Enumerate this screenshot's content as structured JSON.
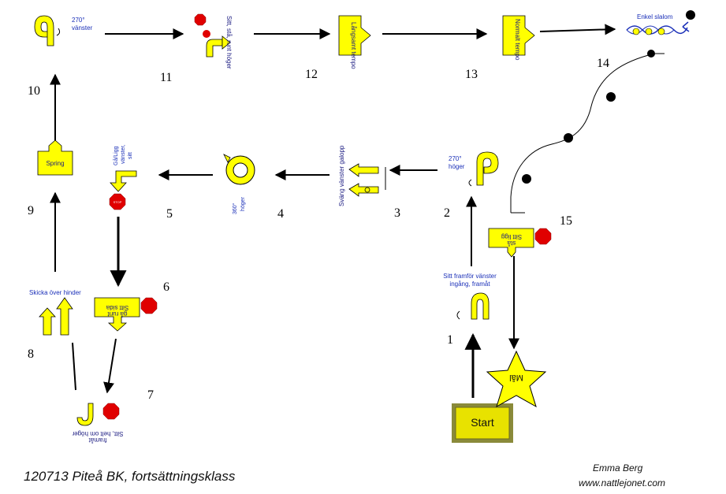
{
  "stations": {
    "s1": {
      "number": "1",
      "label_line1": "Sitt framför vänster",
      "label_line2": "ingång, framåt"
    },
    "s2": {
      "number": "2",
      "label_line1": "270°",
      "label_line2": "höger"
    },
    "s3": {
      "number": "3",
      "label": "Sväng vänster galopp"
    },
    "s4": {
      "number": "4",
      "label_line1": "360°",
      "label_line2": "höger"
    },
    "s5": {
      "number": "5",
      "label_line1": "Gå/Ligg",
      "label_line2": "vänster,",
      "label_line3": "sitt"
    },
    "s6": {
      "number": "6",
      "label_line1": "Sitt sida",
      "label_line2": "gå runt"
    },
    "s7": {
      "number": "7",
      "label_line1": "Sitt, helt om höger",
      "label_line2": "framåt"
    },
    "s8": {
      "number": "8",
      "label": "Skicka över hinder"
    },
    "s9": {
      "number": "9",
      "label": "Spring"
    },
    "s10": {
      "number": "10",
      "label_line1": "270°",
      "label_line2": "vänster"
    },
    "s11": {
      "number": "11",
      "label": "Sitt, stå, runt höger"
    },
    "s12": {
      "number": "12",
      "label": "Långsamt tempo"
    },
    "s13": {
      "number": "13",
      "label": "Normalt tempo"
    },
    "s14": {
      "number": "14",
      "label": "Enkel slalom"
    },
    "s15": {
      "number": "15",
      "label_line1": "Sitt ligg",
      "label_line2": "stå"
    }
  },
  "start_label": "Start",
  "finish_label": "Mål",
  "stop_sign_text": "STOP",
  "footer": {
    "title": "120713 Piteå BK, fortsättningsklass",
    "author": "Emma Berg",
    "website": "www.nattlejonet.com"
  },
  "colors": {
    "sign_fill": "#ffff00",
    "sign_border": "#000000",
    "stop_red": "#e00000",
    "label_blue": "#1a2fb8",
    "start_fill": "#e8e200"
  }
}
